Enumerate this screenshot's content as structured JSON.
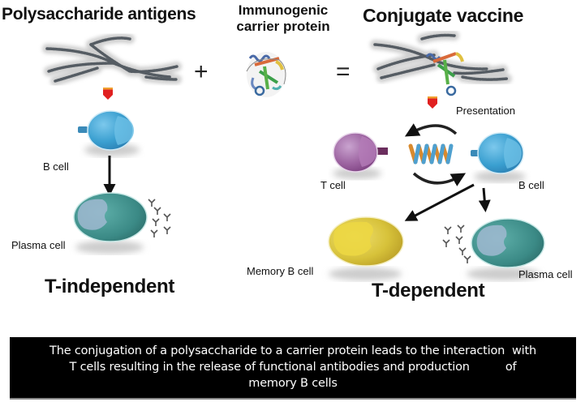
{
  "titles": {
    "polysaccharide": "Polysaccharide antigens",
    "carrier_line1": "Immunogenic",
    "carrier_line2": "carrier protein",
    "conjugate": "Conjugate vaccine"
  },
  "operators": {
    "plus": "+",
    "equals": "="
  },
  "left_panel": {
    "b_cell_label": "B cell",
    "plasma_cell_label": "Plasma cell",
    "heading": "T-independent"
  },
  "right_panel": {
    "presentation_label": "Presentation",
    "t_cell_label": "T cell",
    "b_cell_label": "B cell",
    "memory_b_cell_label": "Memory B cell",
    "plasma_cell_label": "Plasma cell",
    "heading": "T-dependent"
  },
  "caption": {
    "line1": "The conjugation of a polysaccharide to a carrier protein leads to the interaction  with",
    "line2": "T cells resulting in the release of functional antibodies and production          of",
    "line3": "memory B cells"
  },
  "colors": {
    "b_cell": "#3a9fd0",
    "plasma_cell": "#3b8a86",
    "t_cell": "#8e4f8f",
    "memory_b_cell": "#d2bb32",
    "antigen_marker": "#e02020",
    "caption_bg": "#000000",
    "spring_orange": "#d88a2e",
    "spring_blue": "#4fa0cf"
  }
}
